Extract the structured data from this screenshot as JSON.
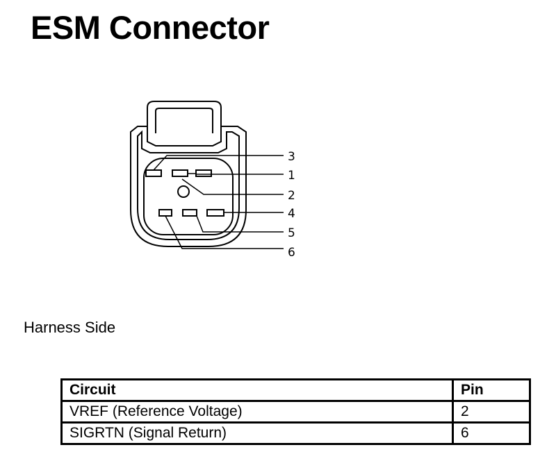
{
  "title": "ESM Connector",
  "caption": "Harness Side",
  "connector": {
    "pin_labels": [
      "3",
      "1",
      "2",
      "4",
      "5",
      "6"
    ]
  },
  "table": {
    "headers": [
      "Circuit",
      "Pin"
    ],
    "rows": [
      {
        "circuit": "VREF (Reference Voltage)",
        "pin": "2"
      },
      {
        "circuit": "SIGRTN (Signal Return)",
        "pin": "6"
      }
    ]
  }
}
